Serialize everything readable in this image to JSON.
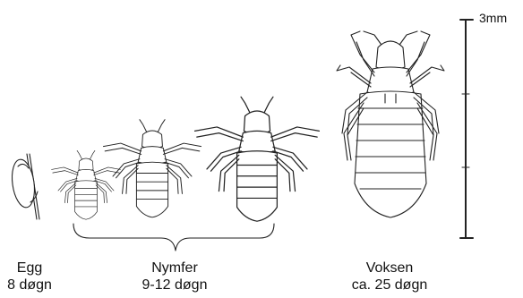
{
  "stages": [
    {
      "name": "Egg",
      "duration": "8 døgn"
    },
    {
      "name": "Nymfer",
      "duration": "9-12 døgn"
    },
    {
      "name": "Voksen",
      "duration": "ca. 25 døgn"
    }
  ],
  "scale_label": "3mm",
  "colors": {
    "line": "#222222",
    "fill": "#ffffff"
  }
}
